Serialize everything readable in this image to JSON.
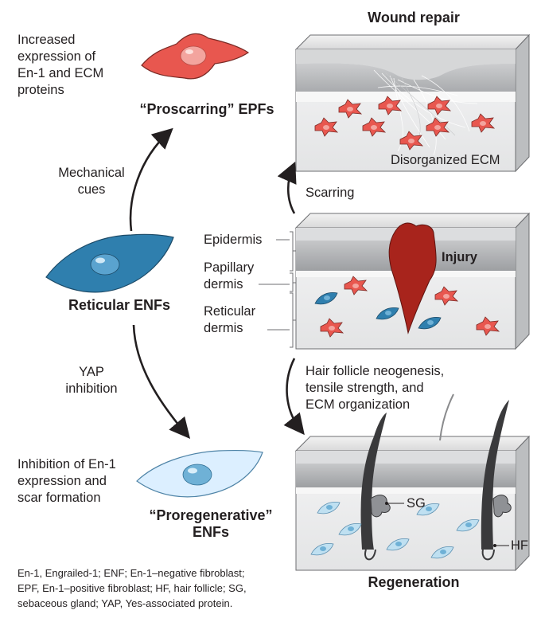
{
  "panels": {
    "wound_title": "Wound repair",
    "wound_label": "Disorganized ECM",
    "injury_label": "Injury",
    "regen_title": "Regeneration",
    "sg_label": "SG",
    "hf_label": "HF"
  },
  "cells": {
    "proscarring": "“Proscarring” EPFs",
    "reticular": "Reticular ENFs",
    "proregenerative": "“Proregenerative”\nENFs"
  },
  "annotations": {
    "increased": "Increased\nexpression of\nEn-1 and ECM\nproteins",
    "mechanical": "Mechanical\ncues",
    "yap": "YAP\ninhibition",
    "inhibition": "Inhibition of En-1\nexpression and\nscar formation",
    "scarring": "Scarring",
    "hair": "Hair follicle neogenesis,\ntensile strength, and\nECM organization"
  },
  "layers": {
    "epidermis": "Epidermis",
    "papillary": "Papillary\ndermis",
    "reticular": "Reticular\ndermis"
  },
  "footnote": "En-1, Engrailed-1; ENF; En-1–negative fibroblast;\nEPF, En-1–positive fibroblast; HF, hair follicle; SG,\nsebaceous gland; YAP, Yes-associated protein.",
  "colors": {
    "epf_red": "#e8574f",
    "enf_blue": "#2f7fae",
    "light_blue": "#9fd0ea",
    "injury_red": "#a8241c",
    "skin_gray": "#a7a9ac",
    "hair_dark": "#3a3a3c"
  }
}
